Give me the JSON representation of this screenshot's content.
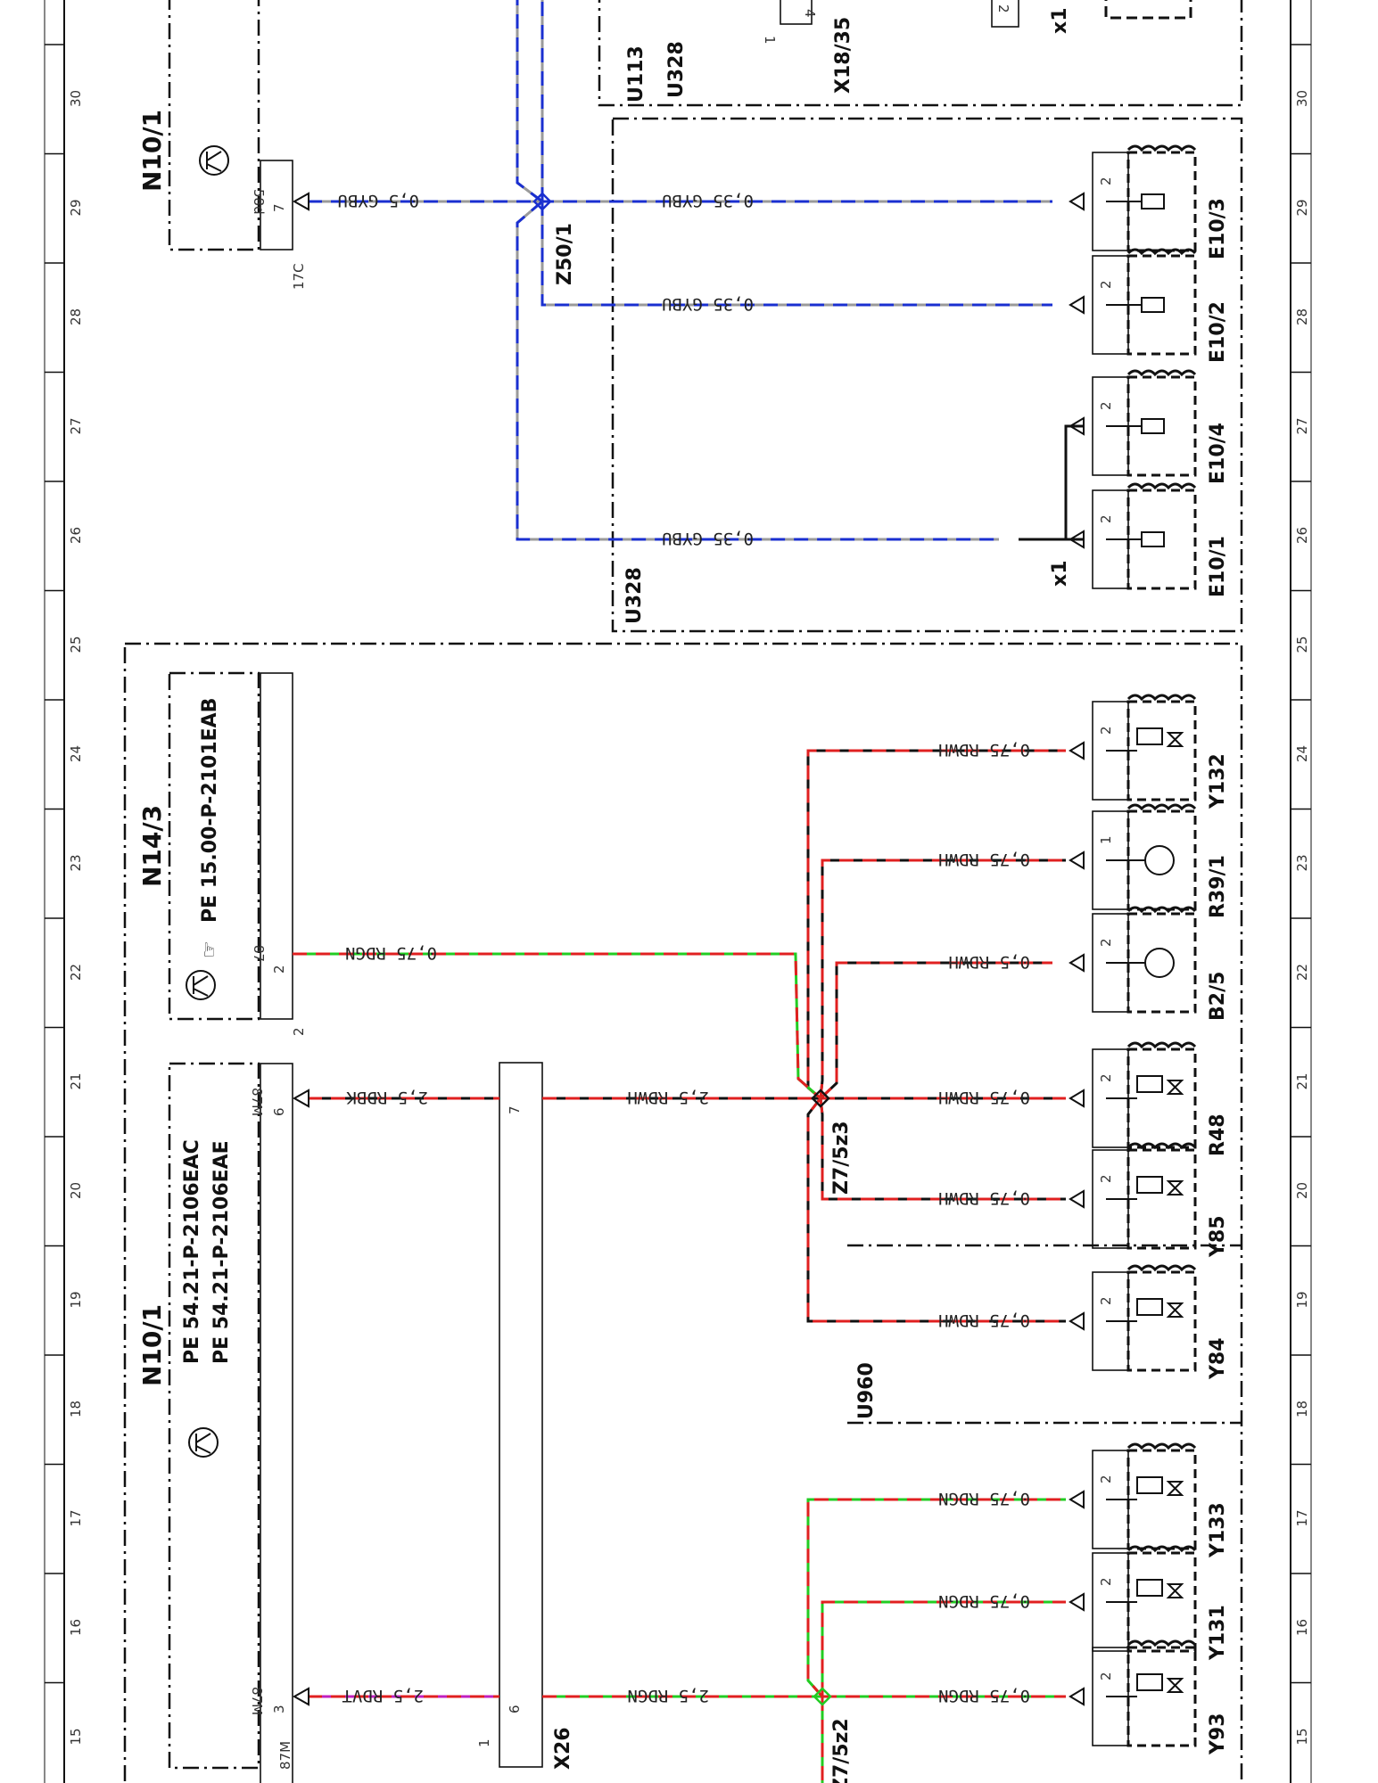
{
  "colors": {
    "grey": "#9a9a9a",
    "blue": "#1a2fd0",
    "red": "#e02020",
    "green": "#22cc22",
    "black": "#111111",
    "violet": "#c020c0"
  },
  "grid_numbers": [
    "30",
    "29",
    "28",
    "27",
    "26",
    "25",
    "24",
    "23",
    "22",
    "21",
    "20",
    "19",
    "18",
    "17",
    "16",
    "15"
  ],
  "modules": {
    "n10_1_top": {
      "label": "N10/1"
    },
    "n14_3": {
      "label": "N14/3",
      "pe": "PE 15.00-P-2101EAB"
    },
    "n10_1_bottom": {
      "label": "N10/1",
      "pe_1": "PE 54.21-P-2106EAC",
      "pe_2": "PE 54.21-P-2106EAE"
    },
    "x26": {
      "label": "X26"
    },
    "u113": {
      "label": "U113"
    },
    "u328_top": {
      "label": "U328"
    },
    "u328_bottom": {
      "label": "U328"
    },
    "u960": {
      "label": "U960"
    },
    "x18_35": {
      "label": "X18/35"
    }
  },
  "connectors": {
    "z50_1": "Z50/1",
    "z7_5z3": "Z7/5z3",
    "z7_5z2": "Z7/5z2",
    "x1_top": "x1",
    "x1_mid": "x1"
  },
  "components": [
    {
      "id": "e10_3",
      "label": "E10/3"
    },
    {
      "id": "e10_2",
      "label": "E10/2"
    },
    {
      "id": "e10_4",
      "label": "E10/4"
    },
    {
      "id": "e10_1",
      "label": "E10/1"
    },
    {
      "id": "y132",
      "label": "Y132"
    },
    {
      "id": "r39_1",
      "label": "R39/1"
    },
    {
      "id": "b2_5",
      "label": "B2/5"
    },
    {
      "id": "r48",
      "label": "R48"
    },
    {
      "id": "y85",
      "label": "Y85"
    },
    {
      "id": "y84",
      "label": "Y84"
    },
    {
      "id": "y133",
      "label": "Y133"
    },
    {
      "id": "y131",
      "label": "Y131"
    },
    {
      "id": "y93",
      "label": "Y93"
    }
  ],
  "wires": {
    "n10_gybu": "0,5 GYBU",
    "e10_3_gybu": "0,35 GYBU",
    "e10_2_gybu": "0,35 GYBU",
    "e10_1_gybu": "0,35 GYBU",
    "y132_rdwh": "0,75 RDWH",
    "r39_rdwh": "0,75 RDWH",
    "b2_rdwh": "0,5 RDWH",
    "n14_rdgn": "0,75 RDGN",
    "n10_rdbk": "2,5 RDBK",
    "x26_rdwh": "2,5 RDWH",
    "r48_rdwh": "0,75 RDWH",
    "y85_rdwh": "0,75 RDWH",
    "y84_rdwh": "0,75 RDWH",
    "y133_rdgn": "0,75 RDGN",
    "y131_rdgn": "0,75 RDGN",
    "n10_rdvt": "2,5 RDVT",
    "x26_rdgn": "2,5 RDGN",
    "y93_rdgn": "0,75 RDGN"
  },
  "pins": {
    "p58d": "58d",
    "p7a": "7",
    "p17c": "17C",
    "p87": "87",
    "p2a": "2",
    "p2b": "2",
    "p87m_a": "87M",
    "p6": "6",
    "p7b": "7",
    "p87m_b": "87M",
    "p3": "3",
    "p6b": "6",
    "p1": "1",
    "p2_e103": "2",
    "p2_e102": "2",
    "p2_x1": "2",
    "p2_y132": "2",
    "p1_r39": "1",
    "p2_b25": "2",
    "p2_r48": "2",
    "p2_y85": "2",
    "p2_y84": "2",
    "p2_y133": "2",
    "p2_y131": "2",
    "p2_y93": "2",
    "p4_x18": "4",
    "p2_x1top": "2",
    "p1_x18": "1"
  }
}
